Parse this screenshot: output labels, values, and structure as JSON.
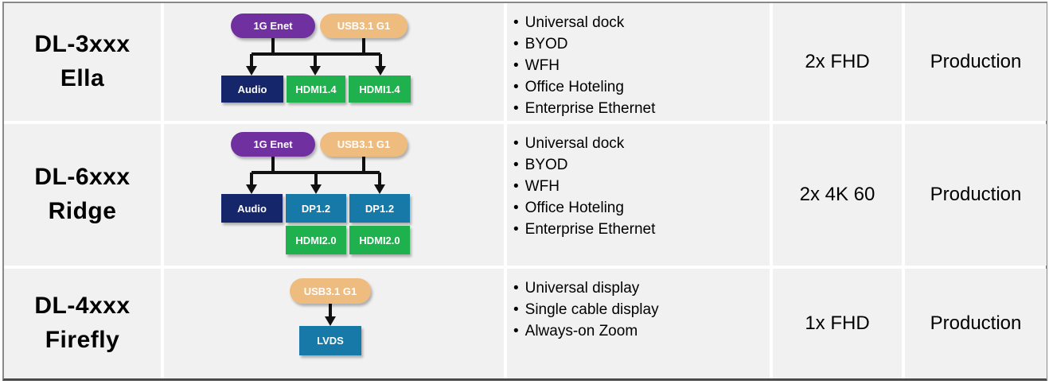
{
  "colors": {
    "cell_background": "#f1f1f1",
    "outer_border": "#898989",
    "bottom_border": "#4a4a4a",
    "pill_purple": "#7030a0",
    "pill_tan": "#efbc7f",
    "box_navy": "#15266b",
    "box_green": "#1eb14e",
    "box_blue": "#1679a8",
    "connector": "#111111",
    "node_text": "#ffffff"
  },
  "rows": [
    {
      "name": {
        "line1": "DL-3xxx",
        "line2": "Ella"
      },
      "diagram": {
        "sources": [
          {
            "label": "1G Enet"
          },
          {
            "label": "USB3.1 G1"
          }
        ],
        "outputs": [
          {
            "label": "Audio"
          },
          {
            "label": "HDMI1.4"
          },
          {
            "label": "HDMI1.4"
          }
        ]
      },
      "features": [
        "Universal dock",
        "BYOD",
        "WFH",
        "Office Hoteling",
        "Enterprise Ethernet"
      ],
      "resolution": "2x FHD",
      "status": "Production"
    },
    {
      "name": {
        "line1": "DL-6xxx",
        "line2": "Ridge"
      },
      "diagram": {
        "sources": [
          {
            "label": "1G Enet"
          },
          {
            "label": "USB3.1 G1"
          }
        ],
        "outputs": [
          {
            "label": "Audio"
          },
          {
            "label": "DP1.2"
          },
          {
            "label": "DP1.2"
          }
        ],
        "sub_outputs": [
          {
            "label": "HDMI2.0"
          },
          {
            "label": "HDMI2.0"
          }
        ]
      },
      "features": [
        "Universal dock",
        "BYOD",
        "WFH",
        "Office Hoteling",
        "Enterprise Ethernet"
      ],
      "resolution": "2x 4K 60",
      "status": "Production"
    },
    {
      "name": {
        "line1": "DL-4xxx",
        "line2": "Firefly"
      },
      "diagram": {
        "sources": [
          {
            "label": "USB3.1 G1"
          }
        ],
        "outputs": [
          {
            "label": "LVDS"
          }
        ]
      },
      "features": [
        "Universal display",
        "Single cable display",
        "Always-on Zoom"
      ],
      "resolution": "1x FHD",
      "status": "Production"
    }
  ]
}
